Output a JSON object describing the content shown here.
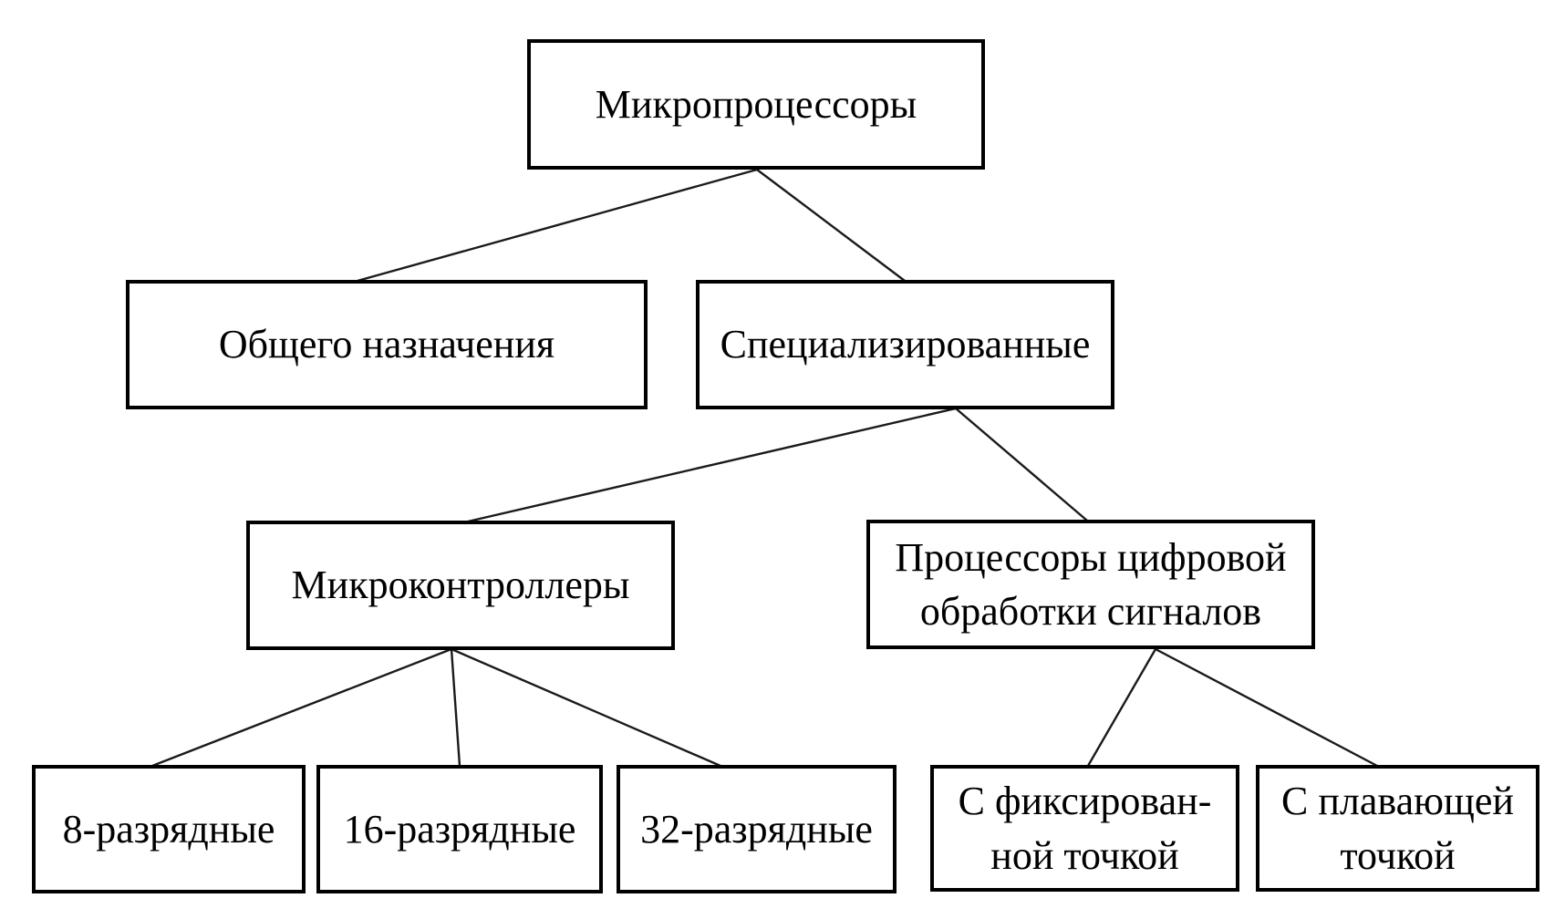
{
  "diagram": {
    "type": "tree",
    "language": "ru",
    "nodes": {
      "root": {
        "label": "Микропроцессоры"
      },
      "general": {
        "label": "Общего назначения"
      },
      "specialized": {
        "label": "Специализированные"
      },
      "mcu": {
        "label": "Микроконтроллеры"
      },
      "dsp": {
        "label": "Процессоры цифровой\nобработки сигналов"
      },
      "bit8": {
        "label": "8-разрядные"
      },
      "bit16": {
        "label": "16-разрядные"
      },
      "bit32": {
        "label": "32-разрядные"
      },
      "fixed": {
        "label": "С фиксирован-\nной точкой"
      },
      "floating": {
        "label": "С плавающей\nточкой"
      }
    },
    "edges": [
      {
        "from": "root",
        "to": "general"
      },
      {
        "from": "root",
        "to": "specialized"
      },
      {
        "from": "specialized",
        "to": "mcu"
      },
      {
        "from": "specialized",
        "to": "dsp"
      },
      {
        "from": "mcu",
        "to": "bit8"
      },
      {
        "from": "mcu",
        "to": "bit16"
      },
      {
        "from": "mcu",
        "to": "bit32"
      },
      {
        "from": "dsp",
        "to": "fixed"
      },
      {
        "from": "dsp",
        "to": "floating"
      }
    ],
    "colors": {
      "background": "#ffffff",
      "box_border": "#000000",
      "text": "#000000",
      "line": "#1a1a1a"
    }
  }
}
